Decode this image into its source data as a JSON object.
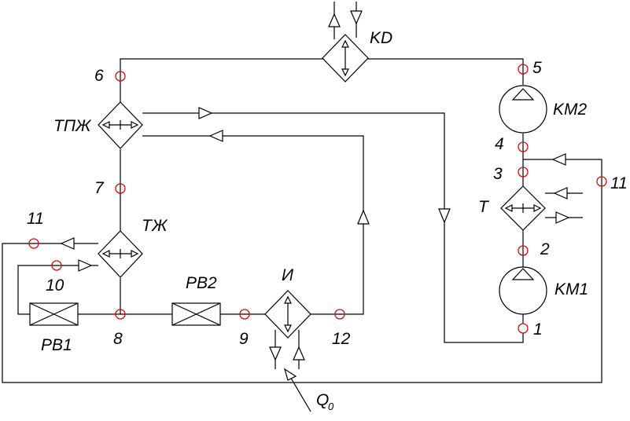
{
  "components": {
    "condenser": "KD",
    "compressor_high": "KM2",
    "compressor_low": "KM1",
    "heat_exchanger_t": "T",
    "heat_exchanger_tpzh": "ТПЖ",
    "heat_exchanger_tzh": "ТЖ",
    "evaporator": "И",
    "valve_1": "PB1",
    "valve_2": "PB2"
  },
  "points": {
    "p1": "1",
    "p2": "2",
    "p3": "3",
    "p4": "4",
    "p5": "5",
    "p6": "6",
    "p7": "7",
    "p8": "8",
    "p9": "9",
    "p10": "10",
    "p11a": "11",
    "p11b": "11",
    "p12": "12"
  },
  "load": {
    "symbol": "Q",
    "subscript": "0"
  },
  "colors": {
    "line": "#000000",
    "state_point": "#d01010",
    "background": "#ffffff"
  }
}
